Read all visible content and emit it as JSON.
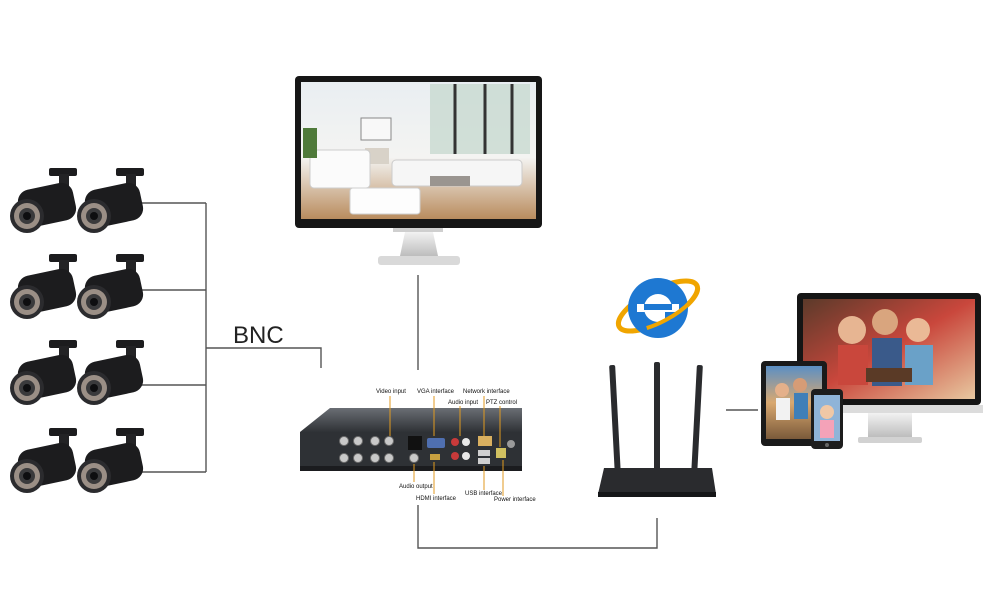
{
  "diagram": {
    "bnc_label": "BNC",
    "dvr_ports": {
      "video_input": "Video input",
      "vga_interface": "VGA interface",
      "network_interface": "Network interface",
      "audio_input": "Audio input",
      "ptz_control": "PTZ control",
      "audio_output": "Audio output",
      "hdmi_interface": "HDMI interface",
      "usb_interface": "USB interface",
      "power_interface": "Power interface"
    },
    "colors": {
      "camera_body": "#1c1c1e",
      "line": "#555555",
      "dvr_body": "#3a3d42",
      "router": "#2a2b2e",
      "ie_blue": "#1e78d2",
      "ie_ring": "#f0a500"
    },
    "icons": [
      "cctv-camera-icon",
      "monitor-icon",
      "dvr-recorder-icon",
      "internet-explorer-icon",
      "wifi-router-icon",
      "laptop-icon",
      "tablet-icon",
      "smartphone-icon"
    ]
  }
}
